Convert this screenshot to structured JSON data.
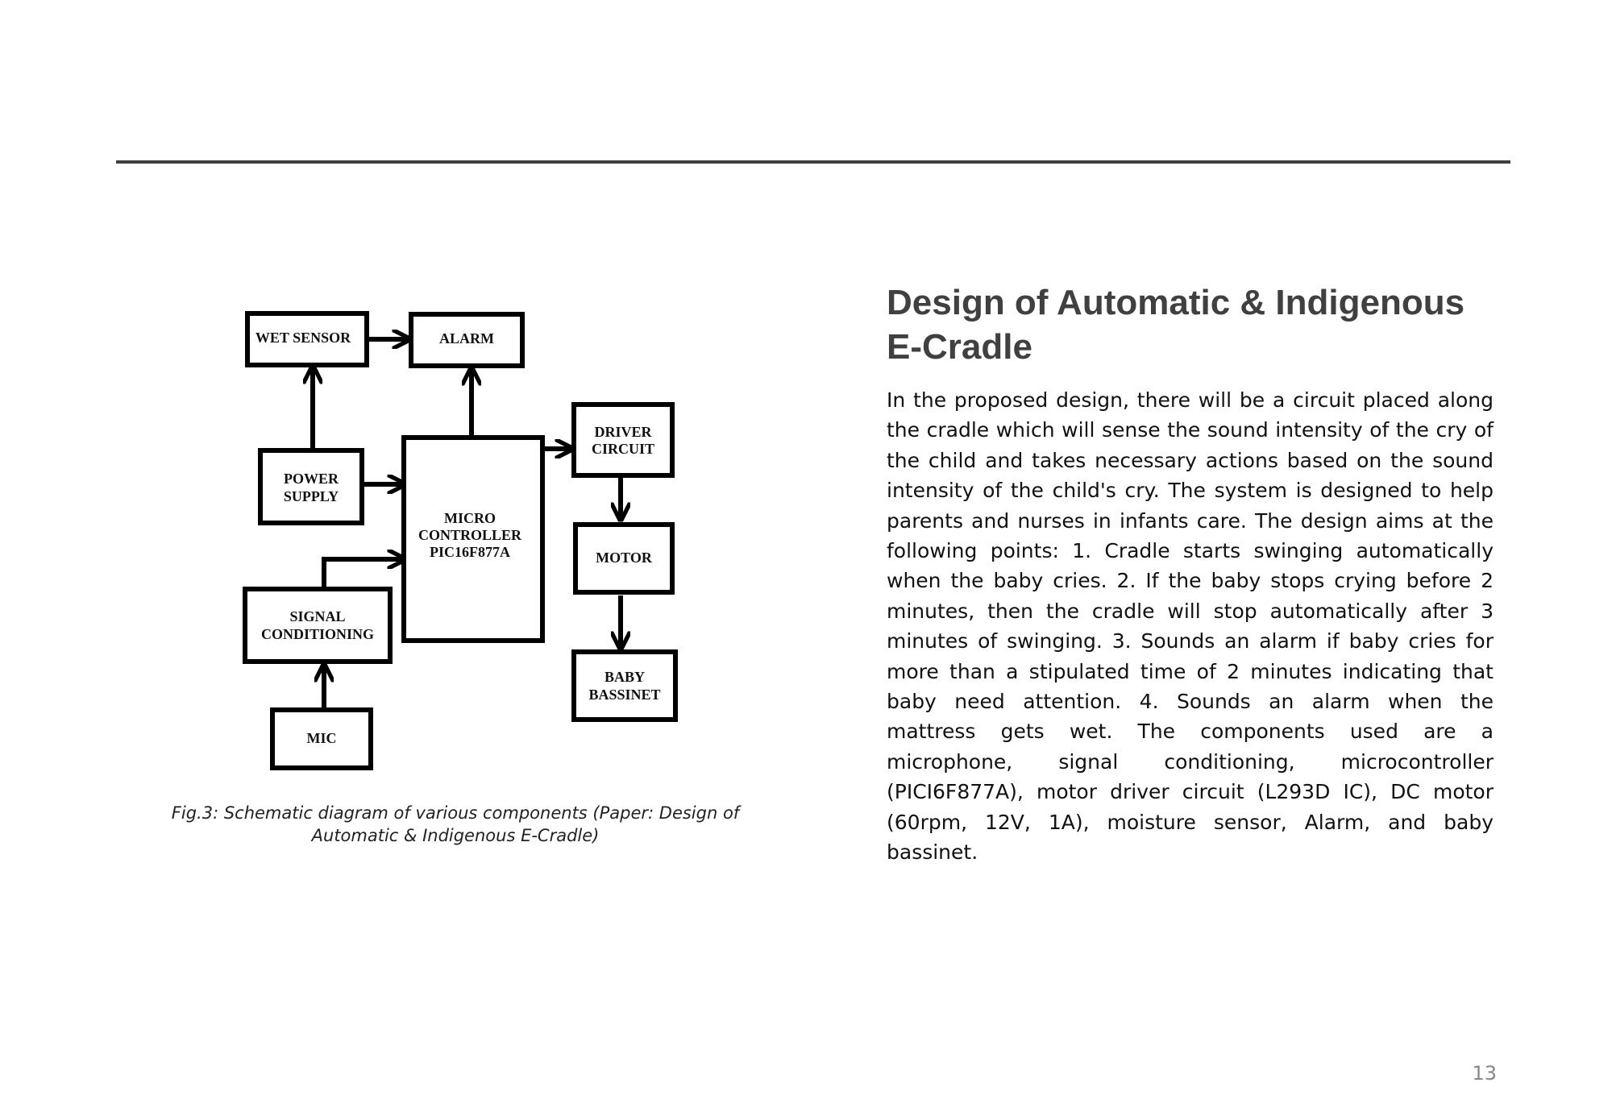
{
  "slide": {
    "title_lines": [
      "Design of Automatic & Indigenous",
      "E-Cradle"
    ],
    "body": "In the proposed design, there will be a circuit placed along the cradle which will sense the sound intensity of the cry of the child and takes necessary actions based on the sound intensity of the child's cry. The system is designed to help parents and nurses in infants care. The design aims at the following points: 1. Cradle starts swinging automatically when the baby cries. 2. If the baby stops crying before 2 minutes, then the cradle will stop automatically after 3 minutes of swinging. 3. Sounds an alarm if baby cries for more than a stipulated time of 2 minutes indicating that baby need attention. 4. Sounds an alarm when the mattress gets wet. The components used are a microphone, signal conditioning, microcontroller (PICI6F877A), motor driver circuit (L293D IC), DC motor (60rpm, 12V, 1A), moisture sensor, Alarm, and baby bassinet.",
    "page_number": "13"
  },
  "figure": {
    "caption_lines": [
      "Fig.3:  Schematic diagram of various components (Paper: Design of",
      "Automatic & Indigenous E-Cradle)"
    ],
    "blocks": {
      "wet_sensor": [
        "WET SENSOR"
      ],
      "alarm": [
        "ALARM"
      ],
      "power_supply": [
        "POWER",
        "SUPPLY"
      ],
      "microcontroller": [
        "MICRO",
        "CONTROLLER",
        "PIC16F877A"
      ],
      "driver_circuit": [
        "DRIVER",
        "CIRCUIT"
      ],
      "motor": [
        "MOTOR"
      ],
      "signal_conditioning": [
        "SIGNAL",
        "CONDITIONING"
      ],
      "baby_bassinet": [
        "BABY",
        "BASSINET"
      ],
      "mic": [
        "MIC"
      ]
    }
  }
}
